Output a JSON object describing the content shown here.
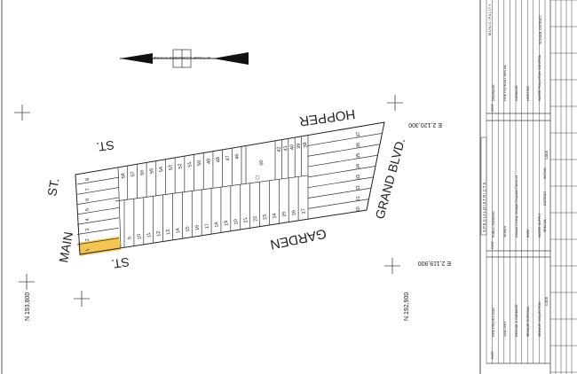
{
  "map": {
    "streets": {
      "hopper": "HOPPER",
      "hopper_st": "ST.",
      "main": "MAIN",
      "main_st": "ST.",
      "garden": "GARDEN",
      "garden_st": "ST.",
      "grand_blvd": "GRAND BLVD."
    },
    "north_arrow_label": "NY PLANE COORDINATE SYSTEM",
    "coordinates": {
      "e_top": "E 2,120,300",
      "e_bottom": "E 2,119,900",
      "n_left": "N 193,800",
      "n_right": "N 192,900"
    },
    "lots_top_row": [
      "58",
      "57",
      "56",
      "55",
      "54",
      "53",
      "52",
      "51",
      "50",
      "49",
      "48",
      "47",
      "46"
    ],
    "lot_large": "60",
    "lots_top_right": [
      "42",
      "41",
      "40",
      "39",
      "38"
    ],
    "lots_right_strips": [
      "37",
      "36",
      "35",
      "34",
      "33",
      "32",
      "31",
      "30"
    ],
    "lots_bottom_row": [
      "9",
      "10",
      "11",
      "12",
      "13",
      "14",
      "15",
      "16",
      "17",
      "18",
      "19",
      "20",
      "21",
      "22",
      "23",
      "24",
      "25",
      "26",
      "27"
    ],
    "lots_left_strips": [
      "8",
      "7",
      "6",
      "5",
      "4",
      "3",
      "2",
      "1"
    ],
    "highlighted_lot": "1",
    "highlight_color": "#f5c64f"
  },
  "panel": {
    "title": "SPECIAL DISTRICTS",
    "dist_label": "DIST",
    "code_label": "CODE",
    "municipality": "MUNICIPALITY",
    "school_district": "SCHOOL DISTRICT",
    "section_a": [
      "FIRE PROTECTION",
      "SANITARY",
      "REFUSE & GARBAGE",
      "SEWAGE DISPOSAL",
      "SEWAGE COLLECTION"
    ],
    "section_b": [
      "PUBLIC PARKING",
      "SEWER",
      "Nassau County Sewage Disposal District #3",
      "PARK",
      "WATER SUPPLY"
    ],
    "section_c": [
      "DRAINAGE",
      "FIRE HYDRANT RENTAL",
      "GARBAGE",
      "LIGHTING",
      "WATER POLLUTION CONTROL"
    ],
    "footer": [
      "SPECIAL",
      "DISTRICT",
      "WITHIN"
    ]
  }
}
